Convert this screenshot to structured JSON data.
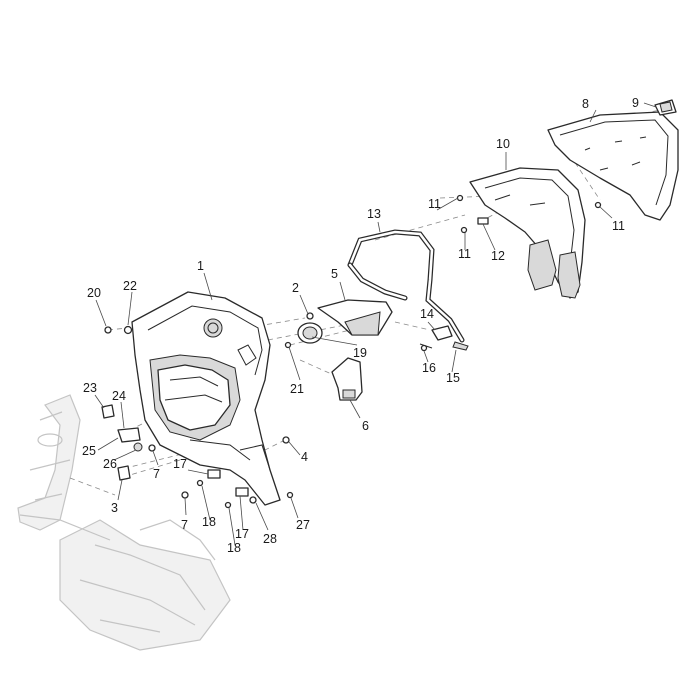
{
  "labels": {
    "p1": "1",
    "p2": "2",
    "p3": "3",
    "p4": "4",
    "p5": "5",
    "p6": "6",
    "p7a": "7",
    "p7b": "7",
    "p8": "8",
    "p9": "9",
    "p10": "10",
    "p11a": "11",
    "p11b": "11",
    "p11c": "11",
    "p12": "12",
    "p13": "13",
    "p14": "14",
    "p15": "15",
    "p16": "16",
    "p17a": "17",
    "p17b": "17",
    "p18a": "18",
    "p18b": "18",
    "p19": "19",
    "p20": "20",
    "p21": "21",
    "p22": "22",
    "p23": "23",
    "p24": "24",
    "p25": "25",
    "p26": "26",
    "p27": "27",
    "p28": "28"
  }
}
